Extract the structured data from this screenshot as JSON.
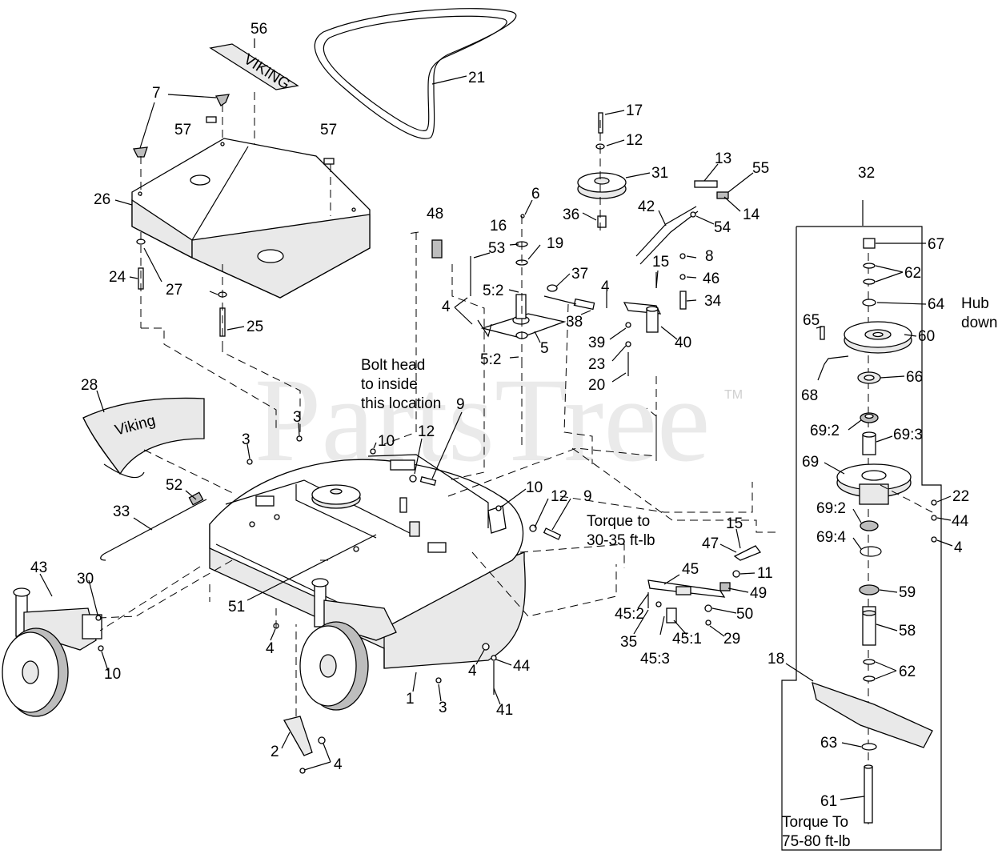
{
  "watermark": {
    "text": "PartsTree",
    "tm": "TM"
  },
  "callouts": [
    "56",
    "21",
    "7",
    "57",
    "57",
    "26",
    "24",
    "27",
    "25",
    "17",
    "12",
    "31",
    "13",
    "55",
    "6",
    "36",
    "14",
    "48",
    "16",
    "53",
    "19",
    "42",
    "54",
    "8",
    "46",
    "34",
    "15",
    "5:2",
    "37",
    "4",
    "4",
    "38",
    "5",
    "39",
    "40",
    "5:2",
    "23",
    "20",
    "32",
    "67",
    "62",
    "64",
    "65",
    "60",
    "66",
    "68",
    "69:2",
    "69:3",
    "69",
    "69:2",
    "69:4",
    "22",
    "44",
    "4",
    "59",
    "58",
    "62",
    "18",
    "63",
    "61",
    "28",
    "3",
    "3",
    "10",
    "12",
    "9",
    "52",
    "33",
    "10",
    "12",
    "9",
    "15",
    "47",
    "11",
    "45",
    "49",
    "45:2",
    "50",
    "35",
    "45:3",
    "45:1",
    "29",
    "43",
    "30",
    "51",
    "10",
    "4",
    "4",
    "44",
    "1",
    "3",
    "41",
    "2",
    "4"
  ],
  "notes": {
    "bolt_head": [
      "Bolt head",
      "to inside",
      "this location"
    ],
    "torque_deck": [
      "Torque to",
      "30-35 ft-lb"
    ],
    "hub_down": [
      "Hub",
      "down"
    ],
    "torque_spindle": [
      "Torque To",
      "75-80 ft-lb"
    ]
  },
  "decals": {
    "viking": "VIKING",
    "deck_logo": "Viking"
  }
}
